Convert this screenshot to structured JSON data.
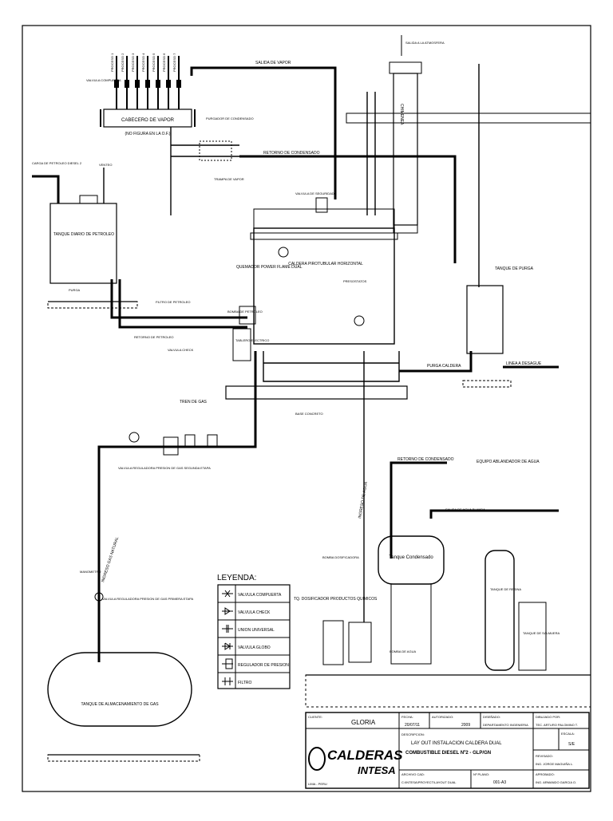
{
  "labels": {
    "vapor_outputs": [
      "PROCESO 1",
      "PROCESO 2",
      "PROCESO 3",
      "PROCESO 4",
      "PROCESO 5",
      "PROCESO 6",
      "PROCESO 7"
    ],
    "valvula_compuerta": "VALVULA COMPUERTA",
    "cabecero": "CABECERO DE VAPOR",
    "no_figura": "(NO FIGURA EN LA O.F.)",
    "salida_vapor": "SALIDA DE VAPOR",
    "purgador": "PURGADOR DE CONDENSADO",
    "retorno_condensado_top": "RETORNO DE CONDENSADO",
    "trampa_vapor": "TRAMPA DE VAPOR",
    "carga_petroleo": "CARGA DE PETROLEO DIESEL 2",
    "venteo": "VENTEO",
    "tanque_diario": "TANQUE DIARIO DE PETROLEO",
    "purga": "PURGA",
    "chimenea": "CHIMENEA",
    "salida_atm": "SALIDA A LA ATMOSFERA",
    "quemador": "QUEMADOR POWER FLAME DUAL",
    "caldera": "CALDERA PIROTUBULAR HORIZONTAL",
    "valvula_seguridad": "VALVULA DE SEGURIDAD",
    "presostato": "PRESOSTATOS",
    "tablero": "TABLERO ELECTRICO",
    "bomba_petroleo": "BOMBA DE PETROLEO",
    "filtro_petroleo": "FILTRO DE PETROLEO",
    "retorno_petroleo": "RETORNO DE PETROLEO",
    "valvula_check": "VALVULA CHECK",
    "tanque_purga": "TANQUE DE PURGA",
    "purga_caldera": "PURGA CALDERA",
    "linea_desague": "LINEA A DESAGUE",
    "base_concreto": "BASE CONCRETO",
    "tren_gas": "TREN DE GAS",
    "valvula_reguladora": "VALVULA REGULADORA PRESION DE GAS SEGUNDA ETAPA",
    "ingreso_gas": "INGRESO GAS NATURAL",
    "manometro": "MANOMETRO",
    "valvula_reg_primera": "VALVULA REGULADORA PRESION DE GAS PRIMERA ETAPA",
    "tanque_almacenamiento": "TANQUE DE ALMACENAMIENTO DE GAS",
    "retorno_condensado_bottom": "RETORNO DE CONDENSADO",
    "ingreso_agua": "INGRESO DE AGUA",
    "equipo_ablandador": "EQUIPO ABLANDADOR DE AGUA",
    "salida_agua_blanda": "SALIDA DE AGUA BLANDA",
    "tanque_condensado": "Tanque Condensado",
    "bomba_dosificadora": "BOMBA DOSIFICADORA",
    "tq_dosificador": "TQ. DOSIFICADOR PRODUCTOS QUIMICOS",
    "bomba_agua": "BOMBA DE AGUA",
    "tanque_resina": "TANQUE DE RESINA",
    "tanque_salmuera": "TANQUE DE SALMUERA"
  },
  "legend": {
    "title": "LEYENDA:",
    "items": [
      {
        "symbol": "compuerta",
        "label": "VALVULA COMPUERTA"
      },
      {
        "symbol": "check",
        "label": "VALVULA CHECK"
      },
      {
        "symbol": "union",
        "label": "UNION UNIVERSAL"
      },
      {
        "symbol": "globo",
        "label": "VALVULA GLOBO"
      },
      {
        "symbol": "regulador",
        "label": "REGULADOR DE PRESION"
      },
      {
        "symbol": "filtro",
        "label": "FILTRO"
      }
    ]
  },
  "title_block": {
    "cliente_label": "CLIENTE:",
    "cliente": "GLORIA",
    "fecha_label": "FECHA:",
    "fecha": "20/07/11",
    "aprobado_label": "AUTORIZADO:",
    "year": "2009",
    "diseñado_label": "DISEÑADO:",
    "departamento": "DEPARTAMENTO INGENIERIA",
    "dibujado_label": "DIBUJADO POR:",
    "dibujado": "TEC. ARTURO PALOMINO T.",
    "descripcion_label": "DESCRIPCION:",
    "descripcion1": "LAY OUT INSTALACION CALDERA DUAL",
    "descripcion2": "COMBUSTIBLE DIESEL Nº2 - GLP/GN",
    "escala_label": "ESCALA:",
    "escala": "S/E",
    "revisado_label": "REVISADO:",
    "revisado": "ING. JORGE MAGUIÑA L.",
    "archivo_label": "ARCHIVO CAD:",
    "archivo": "C:\\INTESA\\PROYECT\\LAYOUT DUAL",
    "plano_label": "Nº PLANO:",
    "plano": "001-A3",
    "aprobado2_label": "APROBADO:",
    "aprobado2": "ING. ARMANDO GARCIA O.",
    "logo1": "CALDERAS",
    "logo2": "INTESA",
    "logo_sub": "LIMA - PERU"
  },
  "colors": {
    "ink": "#000000",
    "paper": "#ffffff"
  }
}
